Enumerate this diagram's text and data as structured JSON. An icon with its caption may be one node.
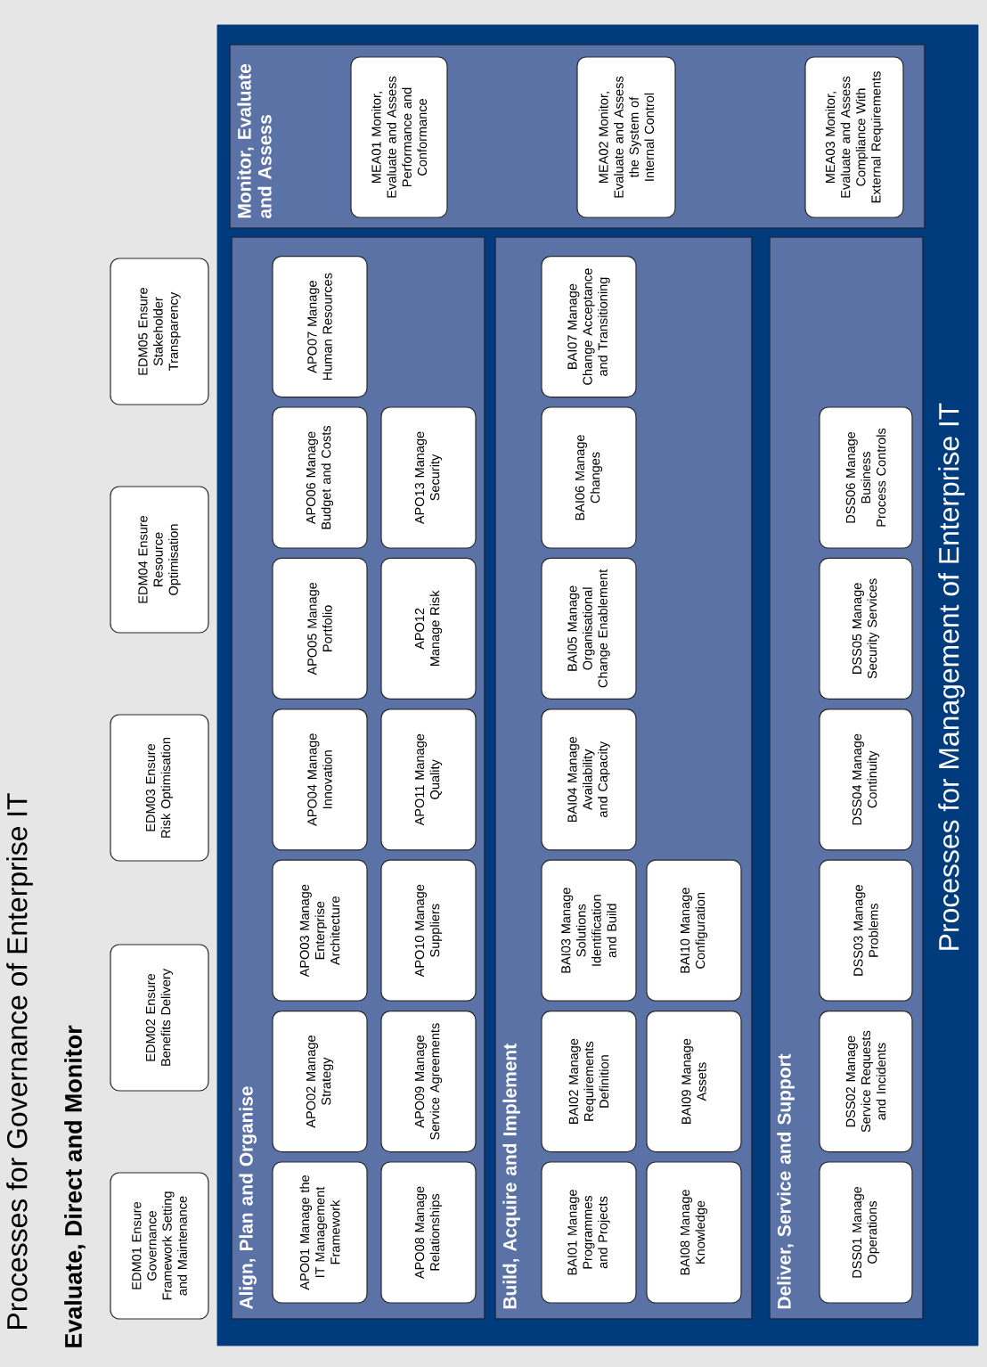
{
  "diagram": {
    "title": "Processes for Governance of Enterprise IT",
    "nodes": [
      {
        "text": [
          "EDM01 Ensure Governance Framework Setting and Maintenance"
        ]
      },
      {
        "text": [
          "EDM02 Ensure Benefits Delivery"
        ]
      },
      {
        "text": [
          "EDM03 Ensure Risk Optimisation"
        ]
      },
      {
        "text": [
          "EDM04 Ensure Resource Optimisation"
        ]
      },
      {
        "text": [
          "EDM05 Ensure Stakeholder Transparency"
        ]
      },
      {
        "text": [
          "Processes for Management of Enterprise IT"
        ]
      },
      {
        "text": [
          "Align, Plan and Organise"
        ],
        "in": 5
      },
      {
        "text": [
          "APO01 Manage the IT Management Framework"
        ],
        "in": 6
      },
      {
        "text": [
          "APO02 Manage Strategy"
        ],
        "in": 6
      },
      {
        "text": [
          "APO03 Manage Enterprise Architecture"
        ],
        "in": 6
      },
      {
        "text": [
          "APO04 Manage Innovation"
        ],
        "in": 6
      },
      {
        "text": [
          "APO05 Manage Portfolio"
        ],
        "in": 6
      },
      {
        "text": [
          "APO06 Manage Budget and Costs"
        ],
        "in": 6
      },
      {
        "text": [
          "APO07 Manage Human Resources"
        ],
        "in": 6
      },
      {
        "text": [
          "APO08 Manage Relationships"
        ],
        "in": 6
      },
      {
        "text": [
          "APO09 Manage Service Agreements"
        ],
        "in": 6
      },
      {
        "text": [
          "APO10 Manage Suppliers"
        ],
        "in": 6
      },
      {
        "text": [
          "APO11 Manage Quality"
        ],
        "in": 6
      },
      {
        "text": [
          "APO12 Manage Risk"
        ],
        "in": 6
      },
      {
        "text": [
          "APO13 Manage Security"
        ],
        "in": 6
      },
      {
        "text": [
          "Build, Acquire and Implement"
        ],
        "in": 5
      },
      {
        "text": [
          "BAI01 Manage Programmes and Projects"
        ],
        "in": 20
      },
      {
        "text": [
          "BAI02 Manage Requirements Definition"
        ],
        "in": 20
      },
      {
        "text": [
          "BAI03 Manage Solutions Identification and Build"
        ],
        "in": 20
      },
      {
        "text": [
          "BAI04 Manage Availability and Capacity"
        ],
        "in": 20
      },
      {
        "text": [
          "BAI05 Manage Organisational Change Enablement"
        ],
        "in": 20
      },
      {
        "text": [
          "BAI06 Manage Changes"
        ],
        "in": 20
      },
      {
        "text": [
          "BAI07 Manage Change Acceptance and Transitioning"
        ],
        "in": 20
      },
      {
        "text": [
          "BAI08 Manage Knowledge"
        ],
        "in": 20
      },
      {
        "text": [
          "BAI09 Manage Assets"
        ],
        "in": 20
      },
      {
        "text": [
          "BAI10 Manage Configuration"
        ],
        "in": 20
      },
      {
        "text": [
          "Deliver, Service and Support"
        ],
        "in": 5
      },
      {
        "text": [
          "DSS01 Manage Operations"
        ],
        "in": 31
      },
      {
        "text": [
          "DSS02 Manage Service Requests and Incidents"
        ],
        "in": 31
      },
      {
        "text": [
          "DSS03 Manage Problems"
        ],
        "in": 31
      },
      {
        "text": [
          "DSS04 Manage Continuity"
        ],
        "in": 31
      },
      {
        "text": [
          "DSS05 Manage Security Services"
        ],
        "in": 31
      },
      {
        "text": [
          "DSS06 Manage Business Process Controls"
        ],
        "in": 31
      },
      {
        "text": [
          "Monitor, Evaluate and Assess"
        ],
        "in": 5
      },
      {
        "text": [
          "MEA01 Monitor, Evaluate and Assess Performance and Conformance"
        ],
        "in": 38
      },
      {
        "text": [
          "MEA02 Monitor, Evaluate and Assess the System of Internal Control"
        ],
        "in": 38
      },
      {
        "text": [
          "MEA03 Monitor, Evaluate and Assess Compliance With External Requirements"
        ],
        "in": 38
      }
    ],
    "labels": [
      "Evaluate, Direct and Monitor"
    ]
  }
}
